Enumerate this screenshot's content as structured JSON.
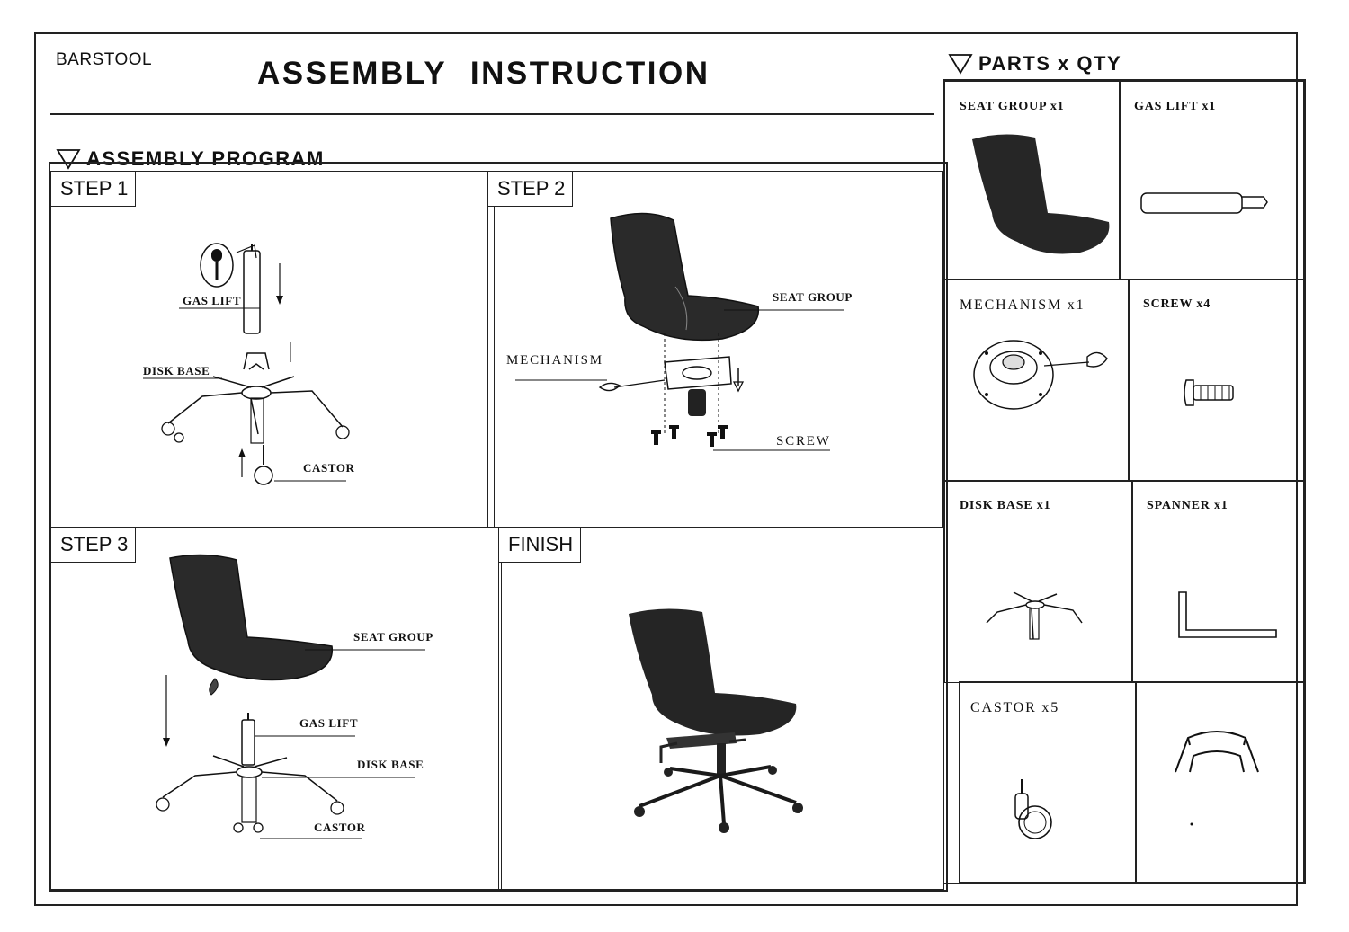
{
  "header": {
    "brand": "BARSTOOL",
    "title": "ASSEMBLY INSTRUCTION"
  },
  "assembly_program": {
    "title": "ASSEMBLY PROGRAM",
    "steps": [
      {
        "label": "STEP 1",
        "callouts": [
          "GAS LIFT",
          "DISK BASE",
          "CASTOR"
        ]
      },
      {
        "label": "STEP 2",
        "callouts": [
          "SEAT GROUP",
          "MECHANISM",
          "SCREW"
        ]
      },
      {
        "label": "STEP 3",
        "callouts": [
          "SEAT GROUP",
          "GAS LIFT",
          "DISK BASE",
          "CASTOR"
        ]
      },
      {
        "label": "FINISH",
        "callouts": []
      }
    ]
  },
  "parts": {
    "title": "PARTS x QTY",
    "items": [
      {
        "label": "SEAT GROUP x1",
        "icon": "seat-group-icon"
      },
      {
        "label": "GAS LIFT x1",
        "icon": "gas-lift-icon"
      },
      {
        "label": "MECHANISM x1",
        "icon": "mechanism-icon"
      },
      {
        "label": "SCREW x4",
        "icon": "screw-icon"
      },
      {
        "label": "DISK BASE x1",
        "icon": "disk-base-icon"
      },
      {
        "label": "SPANNER x1",
        "icon": "spanner-icon"
      },
      {
        "label": "CASTOR x5",
        "icon": "castor-icon"
      },
      {
        "label": "",
        "icon": "base-sleeve-icon"
      }
    ]
  },
  "colors": {
    "ink": "#111111",
    "seat": "#2a2a2a",
    "paper": "#ffffff"
  }
}
